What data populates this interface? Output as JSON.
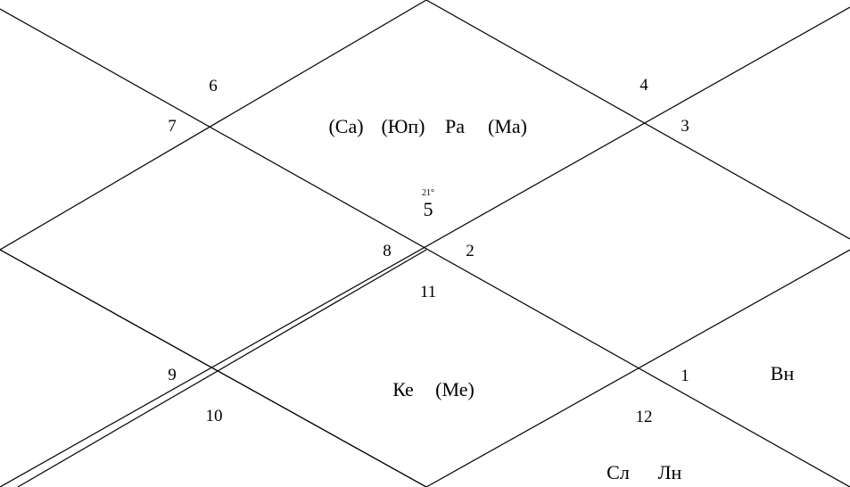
{
  "houses": {
    "h6": "6",
    "h7": "7",
    "h4": "4",
    "h3": "3",
    "h8": "8",
    "h2": "2",
    "h11": "11",
    "h9": "9",
    "h10": "10",
    "h1": "1",
    "h12": "12"
  },
  "ascendant": {
    "sign": "5",
    "degree": "21°"
  },
  "planets": {
    "top": [
      "(Са)",
      "(Юп)",
      "Ра",
      "(Ма)"
    ],
    "bottom_center": [
      "Ке",
      "(Ме)"
    ],
    "right": [
      "Вн"
    ],
    "bottom_right": [
      "Сл",
      "Лн"
    ]
  },
  "colors": {
    "lines": "#000000",
    "text": "#000000",
    "background": "#ffffff"
  }
}
